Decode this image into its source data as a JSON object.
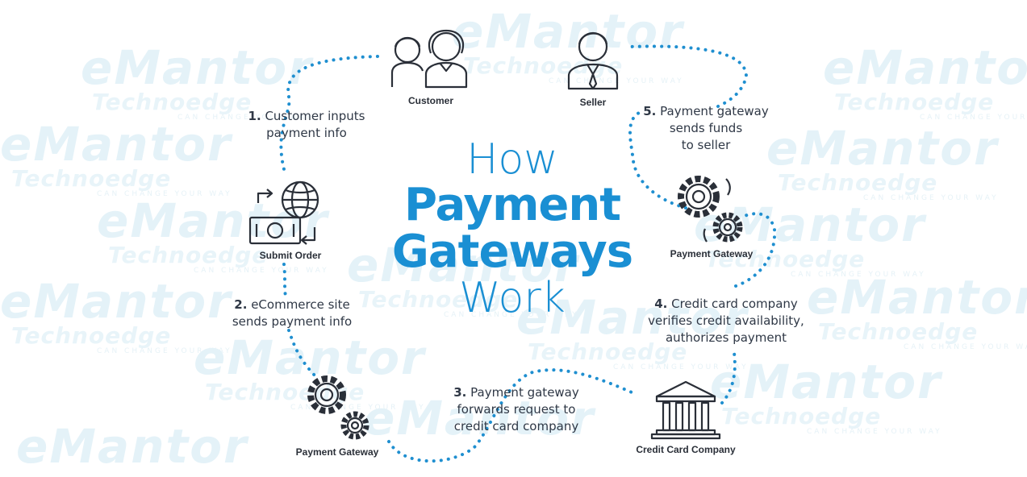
{
  "title": {
    "line1": "How",
    "line2": "Payment",
    "line3": "Gateways",
    "line4": "Work"
  },
  "watermark": {
    "logo": "eMantor",
    "sub": "Technoedge",
    "tagline": "CAN CHANGE YOUR WAY"
  },
  "nodes": {
    "customer": "Customer",
    "seller": "Seller",
    "submit_order": "Submit Order",
    "gateway_left": "Payment Gateway",
    "gateway_right": "Payment Gateway",
    "credit_card_company": "Credit Card Company"
  },
  "steps": {
    "s1": {
      "num": "1.",
      "line1": "Customer inputs",
      "line2": "payment info"
    },
    "s2": {
      "num": "2.",
      "line1": "eCommerce site",
      "line2": "sends payment info"
    },
    "s3": {
      "num": "3.",
      "line1": "Payment gateway",
      "line2": "forwards request to",
      "line3": "credit card company"
    },
    "s4": {
      "num": "4.",
      "line1": "Credit card company",
      "line2": "verifies credit availability,",
      "line3": "authorizes payment"
    },
    "s5": {
      "num": "5.",
      "line1": "Payment gateway",
      "line2": "sends funds",
      "line3": "to seller"
    }
  },
  "colors": {
    "accent": "#1a8fd3",
    "text": "#2d3440",
    "dots": "#1f8fd0",
    "watermark": "#e4f2f8"
  }
}
